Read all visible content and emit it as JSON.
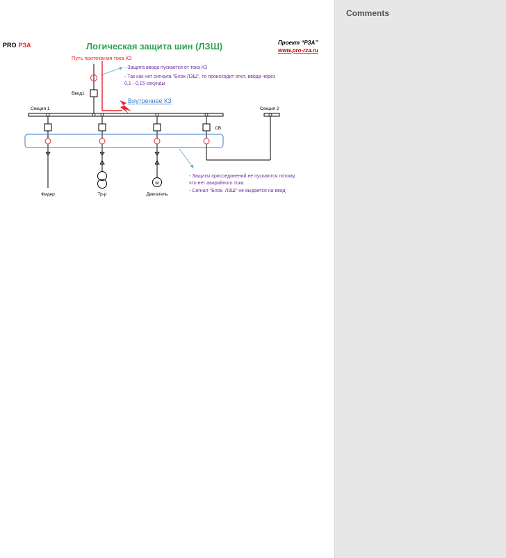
{
  "header": {
    "brand_pro": "PRO",
    "brand_rza": "РЗА",
    "title": "Логическая защита шин (ЛЗШ)",
    "project": "Проект “РЗА”",
    "site": "www.pro-rza.ru"
  },
  "labels": {
    "fault_path": "Путь протекания тока КЗ",
    "note1": "- Защита ввода пускается от тока КЗ",
    "note2_line1": "- Так как нет сигнала \"Блок ЛЗШ\", то происходит откл. ввода через",
    "note2_line2": "0,1 - 0,15 секунды",
    "internal_fault": "Внутреннее КЗ",
    "incomer": "Ввод1",
    "section1": "Секция 1",
    "section2": "Секция 2",
    "sv": "СВ",
    "feeder": "Фидер",
    "transformer": "Тр-р",
    "motor": "Двигатель",
    "motor_symbol": "М",
    "note3_line1": "- Защиты присоединений не пускаются потому,",
    "note3_line2": "что нет аварийного тока",
    "note4": "- Сигнал \"Блок. ЛЗШ\" не выдается на ввод"
  },
  "side_panel": {
    "title": "Comments"
  },
  "colors": {
    "title_green": "#2ea44f",
    "red": "#e8242a",
    "purple": "#7030a0",
    "blue": "#3a7dc9",
    "link_red": "#c00000"
  }
}
